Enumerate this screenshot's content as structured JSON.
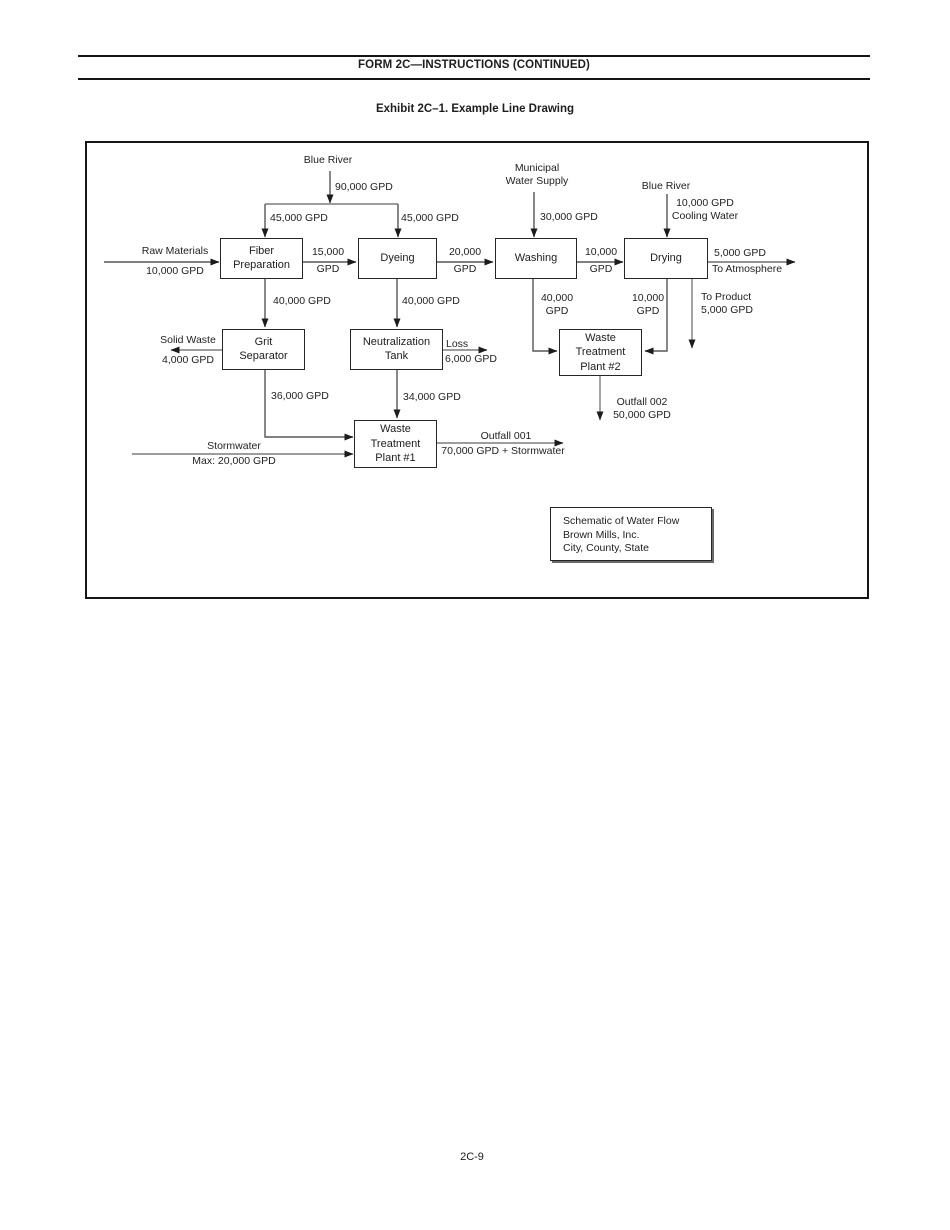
{
  "header": {
    "form_title": "FORM 2C—INSTRUCTIONS (CONTINUED)",
    "exhibit_title": "Exhibit 2C–1. Example Line Drawing"
  },
  "diagram": {
    "boxes": {
      "fiber_preparation": "Fiber\nPreparation",
      "dyeing": "Dyeing",
      "washing": "Washing",
      "drying": "Drying",
      "grit_separator": "Grit\nSeparator",
      "neutralization_tank": "Neutralization\nTank",
      "waste_treatment_plant_2": "Waste\nTreatment\nPlant #2",
      "waste_treatment_plant_1": "Waste\nTreatment\nPlant #1"
    },
    "flows": {
      "blue_river_source_1": "Blue River",
      "blue_river_1_gpd": "90,000 GPD",
      "split_left_gpd": "45,000 GPD",
      "split_right_gpd": "45,000 GPD",
      "raw_materials": "Raw Materials",
      "raw_materials_gpd": "10,000 GPD",
      "fiber_to_dyeing_gpd": "15,000\nGPD",
      "dyeing_to_washing_gpd": "20,000\nGPD",
      "municipal_water_supply": "Municipal\nWater Supply",
      "municipal_gpd": "30,000 GPD",
      "washing_to_drying_gpd": "10,000\nGPD",
      "blue_river_source_2": "Blue River",
      "cooling_water": "10,000 GPD\nCooling Water",
      "atmosphere_gpd": "5,000 GPD",
      "atmosphere_label": "To Atmosphere",
      "fiber_to_grit_gpd": "40,000 GPD",
      "dyeing_to_neutralization_gpd": "40,000 GPD",
      "solid_waste": "Solid Waste",
      "solid_waste_gpd": "4,000 GPD",
      "loss_label": "Loss",
      "loss_gpd": "6,000 GPD",
      "grit_to_wtp1_gpd": "36,000 GPD",
      "neutralization_to_wtp1_gpd": "34,000 GPD",
      "washing_to_wtp2_gpd": "40,000\nGPD",
      "drying_to_wtp2_gpd": "10,000\nGPD",
      "to_product": "To Product\n5,000 GPD",
      "outfall_002": "Outfall 002\n50,000 GPD",
      "stormwater": "Stormwater",
      "stormwater_max": "Max: 20,000 GPD",
      "outfall_001": "Outfall 001",
      "outfall_001_gpd": "70,000 GPD + Stormwater"
    },
    "legend": {
      "line1": "Schematic of Water Flow",
      "line2": "Brown Mills, Inc.",
      "line3": "City, County, State"
    }
  },
  "footer": {
    "page_number": "2C-9"
  }
}
